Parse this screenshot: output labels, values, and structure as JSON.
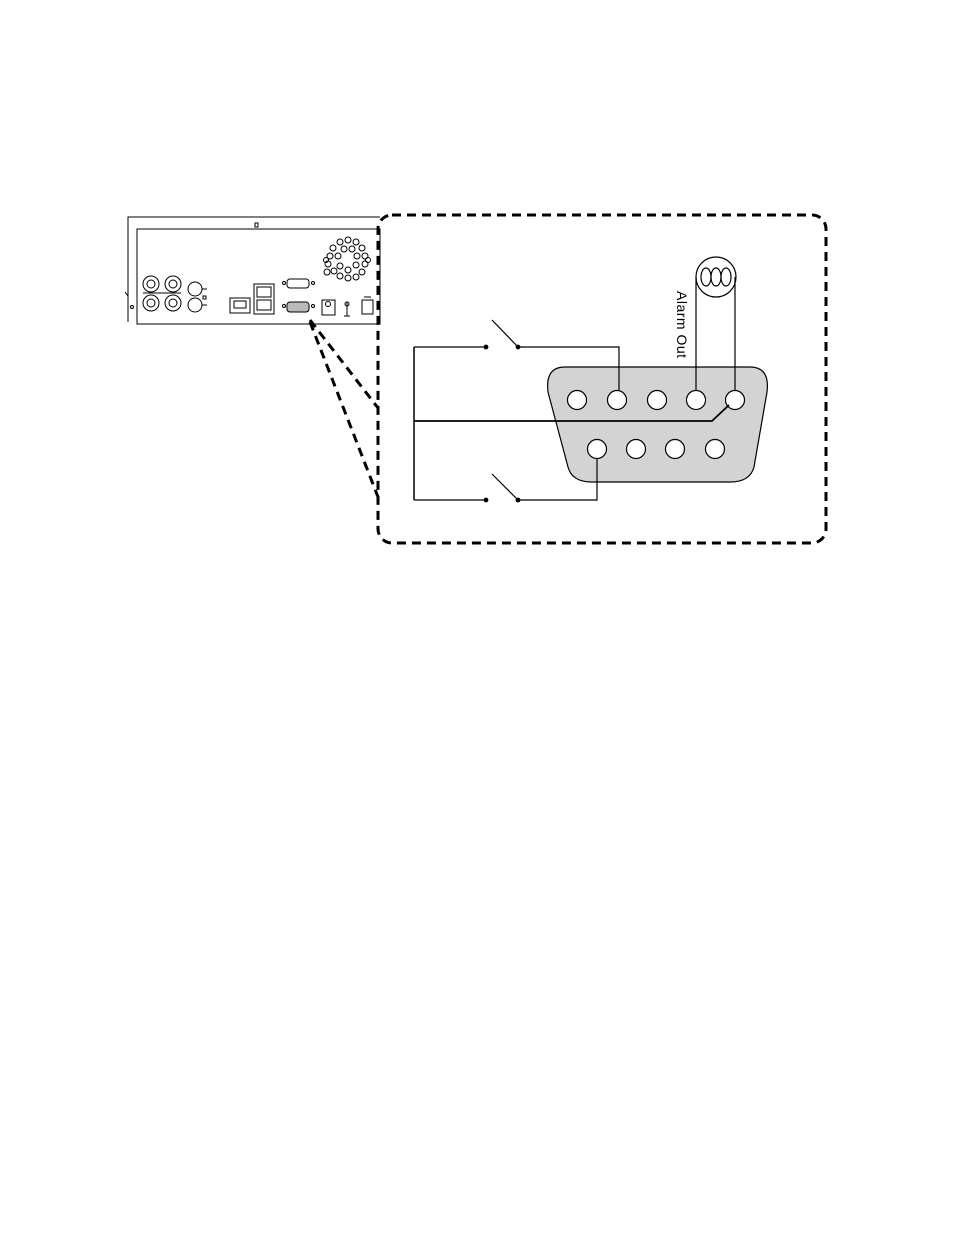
{
  "diagram": {
    "alarm_out_label": "Alarm Out",
    "connector": {
      "pins_top_row": 5,
      "pins_bottom_row": 4,
      "body_color": "#d3d3d3"
    },
    "colors": {
      "line": "#000000",
      "background": "#ffffff"
    }
  }
}
